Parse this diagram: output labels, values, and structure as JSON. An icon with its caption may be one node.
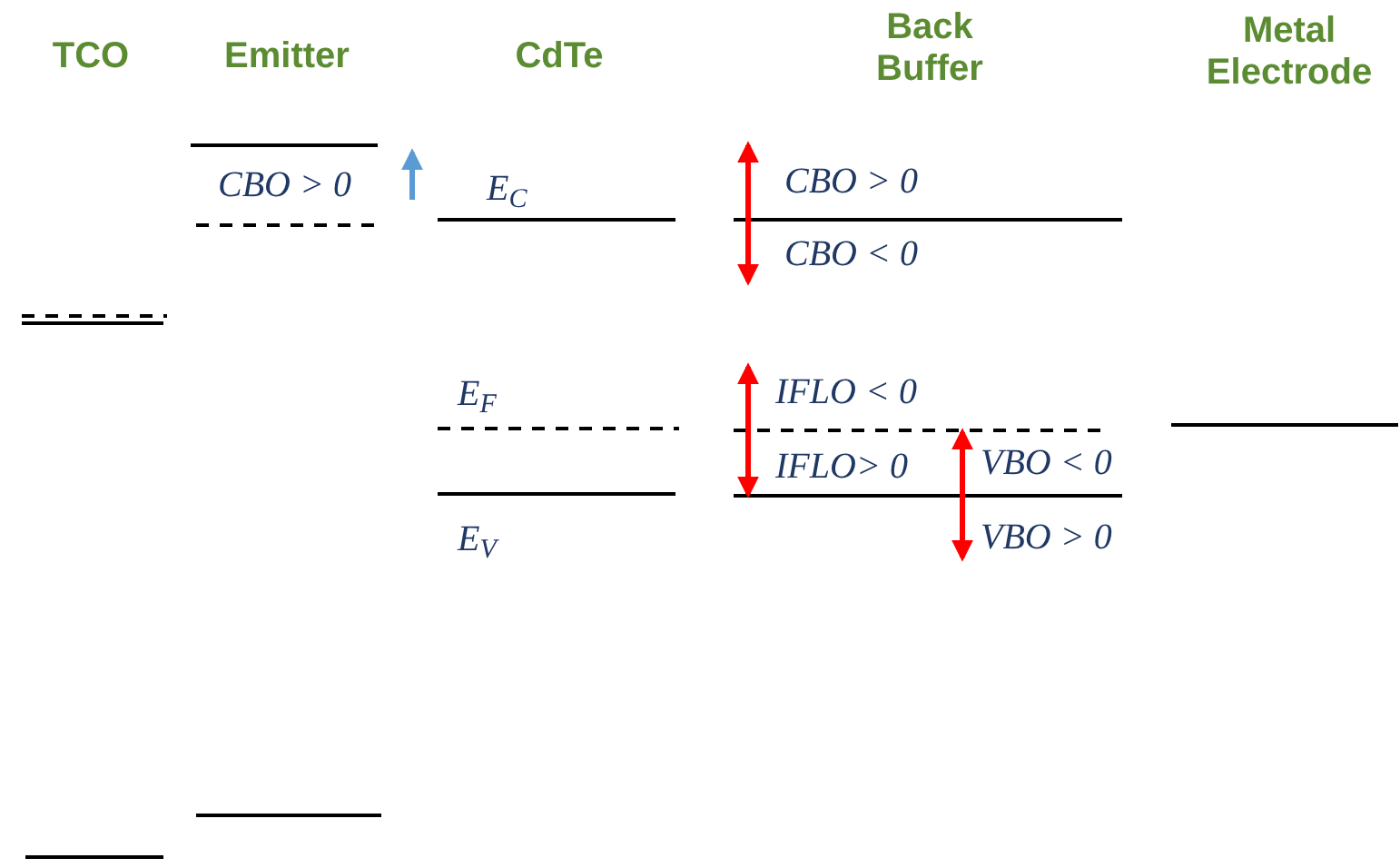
{
  "diagram": {
    "labels": [
      "TCO",
      "Emitter",
      "CdTe",
      "Back Buffer",
      "Metal Electrode",
      "CBO > 0",
      "E$_{C}$",
      "CBO > 0",
      "CBO < 0",
      "E$_{F}$",
      "IFLO < 0",
      "IFLO> 0",
      "VBO < 0",
      "E$_{V}$",
      "VBO > 0"
    ]
  }
}
